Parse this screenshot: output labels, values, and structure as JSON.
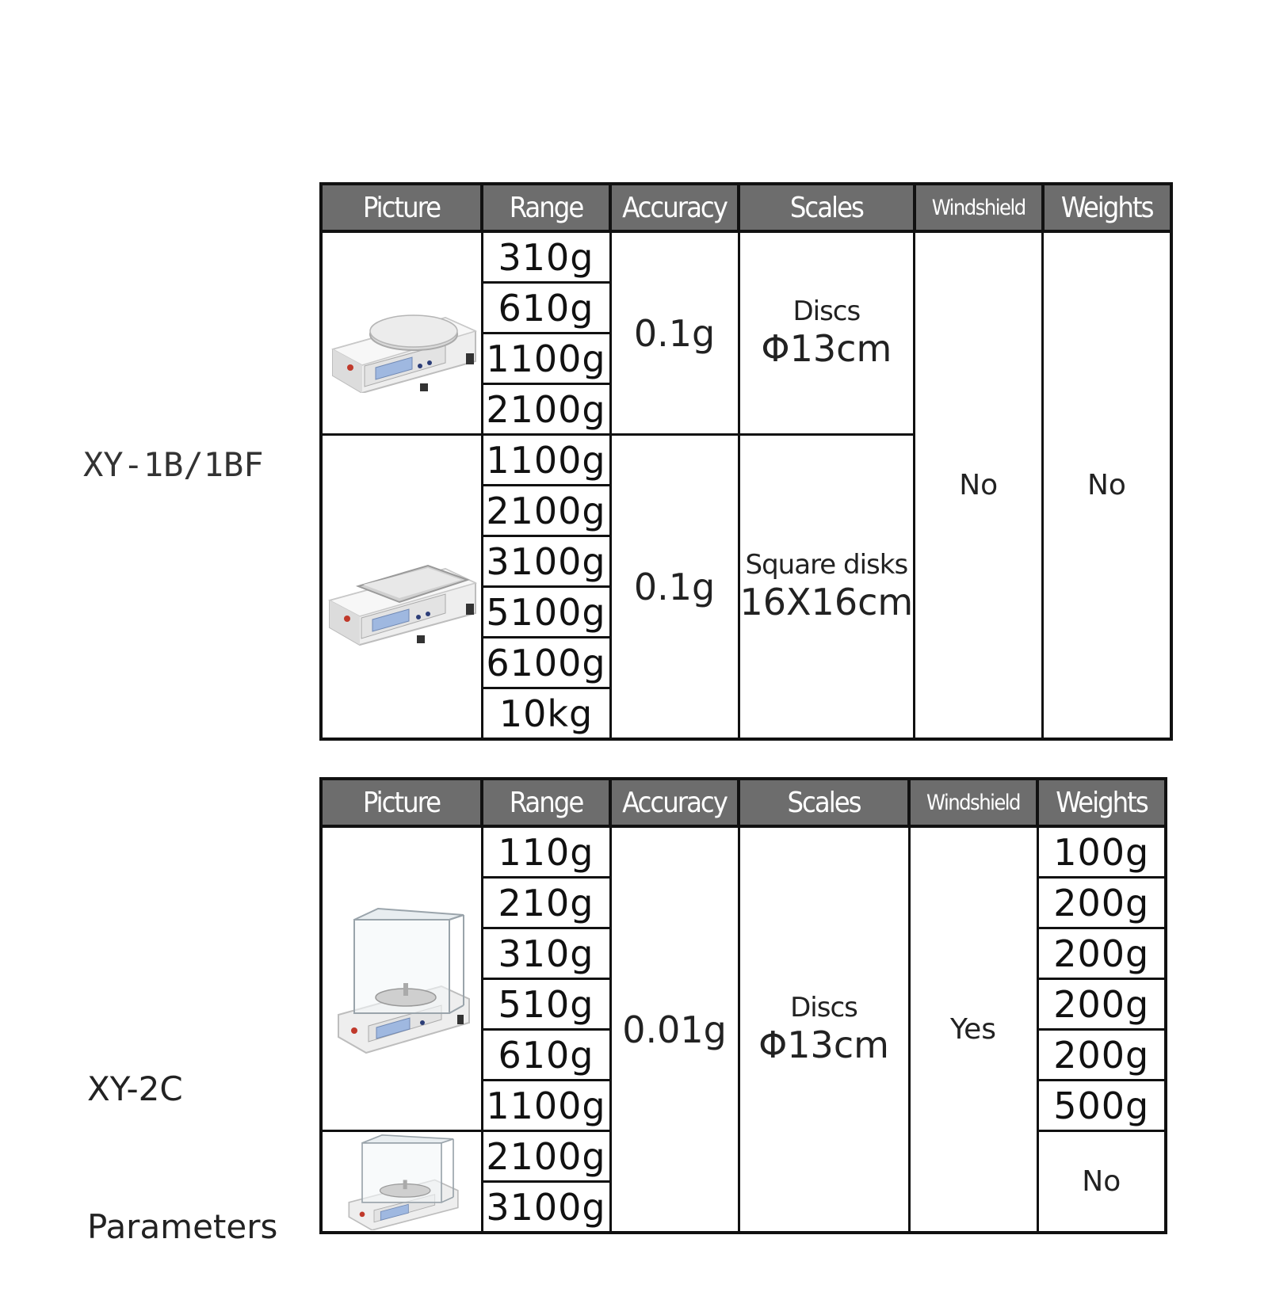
{
  "labels": {
    "model1": "XY-1B/1BF",
    "model2_line1": "XY-2C",
    "model2_line2": "Parameters"
  },
  "headers": [
    "Picture",
    "Range",
    "Accuracy",
    "Scales",
    "Windshield",
    "Weights"
  ],
  "table1": {
    "group1": {
      "ranges": [
        "310g",
        "610g",
        "1100g",
        "2100g"
      ],
      "accuracy": "0.1g",
      "scale_top": "Discs",
      "scale_bottom": "Φ13cm"
    },
    "group2": {
      "ranges": [
        "1100g",
        "2100g",
        "3100g",
        "5100g",
        "6100g",
        "10kg"
      ],
      "accuracy": "0.1g",
      "scale_top": "Square disks",
      "scale_bottom": "16X16cm"
    },
    "windshield": "No",
    "weights": "No"
  },
  "table2": {
    "ranges": [
      "110g",
      "210g",
      "310g",
      "510g",
      "610g",
      "1100g",
      "2100g",
      "3100g"
    ],
    "accuracy": "0.01g",
    "scale_top": "Discs",
    "scale_bottom": "Φ13cm",
    "windshield": "Yes",
    "weights": [
      "100g",
      "200g",
      "200g",
      "200g",
      "200g",
      "500g"
    ],
    "weights_last": "No"
  },
  "icons": [
    "round-pan-scale-icon",
    "square-pan-scale-icon",
    "windshield-scale-icon"
  ],
  "colors": {
    "header_bg": "#6d6d6d",
    "header_text": "#ffffff",
    "border": "#111111"
  }
}
